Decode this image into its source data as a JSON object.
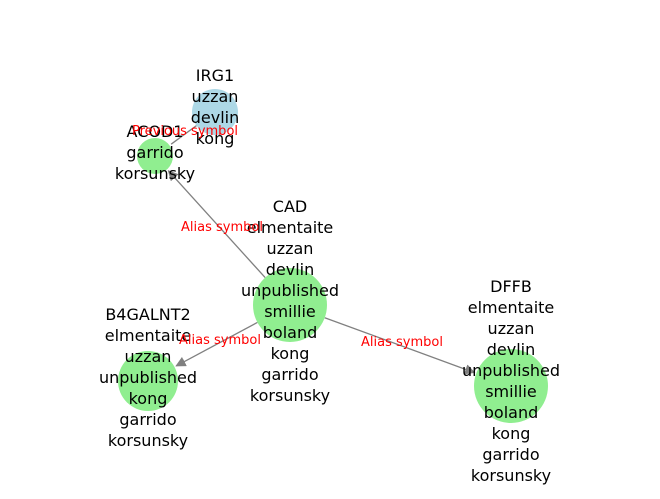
{
  "colors": {
    "node_green": "#90ee90",
    "node_blue": "#add8e6",
    "edge": "#808080",
    "edge_label": "#ff0000",
    "text": "#000000"
  },
  "nodes": [
    {
      "id": "irg1",
      "color": "#add8e6",
      "lines": [
        "IRG1",
        "uzzan",
        "devlin",
        "kong"
      ]
    },
    {
      "id": "acod1",
      "color": "#90ee90",
      "lines": [
        "ACOD1",
        "garrido",
        "korsunsky"
      ]
    },
    {
      "id": "cad",
      "color": "#90ee90",
      "lines": [
        "CAD",
        "elmentaite",
        "uzzan",
        "devlin",
        "unpublished",
        "smillie",
        "boland",
        "kong",
        "garrido",
        "korsunsky"
      ]
    },
    {
      "id": "b4galnt2",
      "color": "#90ee90",
      "lines": [
        "B4GALNT2",
        "elmentaite",
        "uzzan",
        "unpublished",
        "kong",
        "garrido",
        "korsunsky"
      ]
    },
    {
      "id": "dffb",
      "color": "#90ee90",
      "lines": [
        "DFFB",
        "elmentaite",
        "uzzan",
        "devlin",
        "unpublished",
        "smillie",
        "boland",
        "kong",
        "garrido",
        "korsunsky"
      ]
    }
  ],
  "edges": [
    {
      "id": "irg1-acod1",
      "from": "irg1",
      "to": "acod1",
      "label": "Previous symbol",
      "arrow": false
    },
    {
      "id": "cad-acod1",
      "from": "cad",
      "to": "acod1",
      "label": "Alias symbol",
      "arrow": true
    },
    {
      "id": "cad-b4galnt2",
      "from": "cad",
      "to": "b4galnt2",
      "label": "Alias symbol",
      "arrow": true
    },
    {
      "id": "cad-dffb",
      "from": "cad",
      "to": "dffb",
      "label": "Alias symbol",
      "arrow": true
    }
  ]
}
